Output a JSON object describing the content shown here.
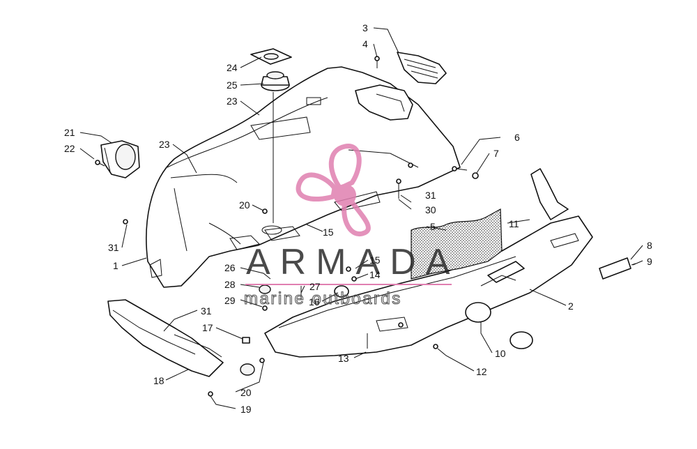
{
  "watermark": {
    "brand": "ARMADA",
    "tagline": "marine outboards",
    "accent_color": "#e07fb0",
    "logo_icon": "propeller-logo-icon"
  },
  "callouts": [
    {
      "id": "c1",
      "label": "1"
    },
    {
      "id": "c2",
      "label": "2"
    },
    {
      "id": "c3",
      "label": "3"
    },
    {
      "id": "c4",
      "label": "4"
    },
    {
      "id": "c5",
      "label": "5"
    },
    {
      "id": "c6",
      "label": "6"
    },
    {
      "id": "c7",
      "label": "7"
    },
    {
      "id": "c8",
      "label": "8"
    },
    {
      "id": "c9",
      "label": "9"
    },
    {
      "id": "c10",
      "label": "10"
    },
    {
      "id": "c11",
      "label": "11"
    },
    {
      "id": "c12",
      "label": "12"
    },
    {
      "id": "c13",
      "label": "13"
    },
    {
      "id": "c14",
      "label": "14"
    },
    {
      "id": "c15a",
      "label": "15"
    },
    {
      "id": "c15b",
      "label": "15"
    },
    {
      "id": "c16",
      "label": "16"
    },
    {
      "id": "c17",
      "label": "17"
    },
    {
      "id": "c18",
      "label": "18"
    },
    {
      "id": "c19",
      "label": "19"
    },
    {
      "id": "c20a",
      "label": "20"
    },
    {
      "id": "c20b",
      "label": "20"
    },
    {
      "id": "c21",
      "label": "21"
    },
    {
      "id": "c22",
      "label": "22"
    },
    {
      "id": "c23a",
      "label": "23"
    },
    {
      "id": "c23b",
      "label": "23"
    },
    {
      "id": "c24",
      "label": "24"
    },
    {
      "id": "c25",
      "label": "25"
    },
    {
      "id": "c26",
      "label": "26"
    },
    {
      "id": "c27",
      "label": "27"
    },
    {
      "id": "c28",
      "label": "28"
    },
    {
      "id": "c29",
      "label": "29"
    },
    {
      "id": "c30",
      "label": "30"
    },
    {
      "id": "c31a",
      "label": "31"
    },
    {
      "id": "c31b",
      "label": "31"
    },
    {
      "id": "c31c",
      "label": "31"
    }
  ]
}
